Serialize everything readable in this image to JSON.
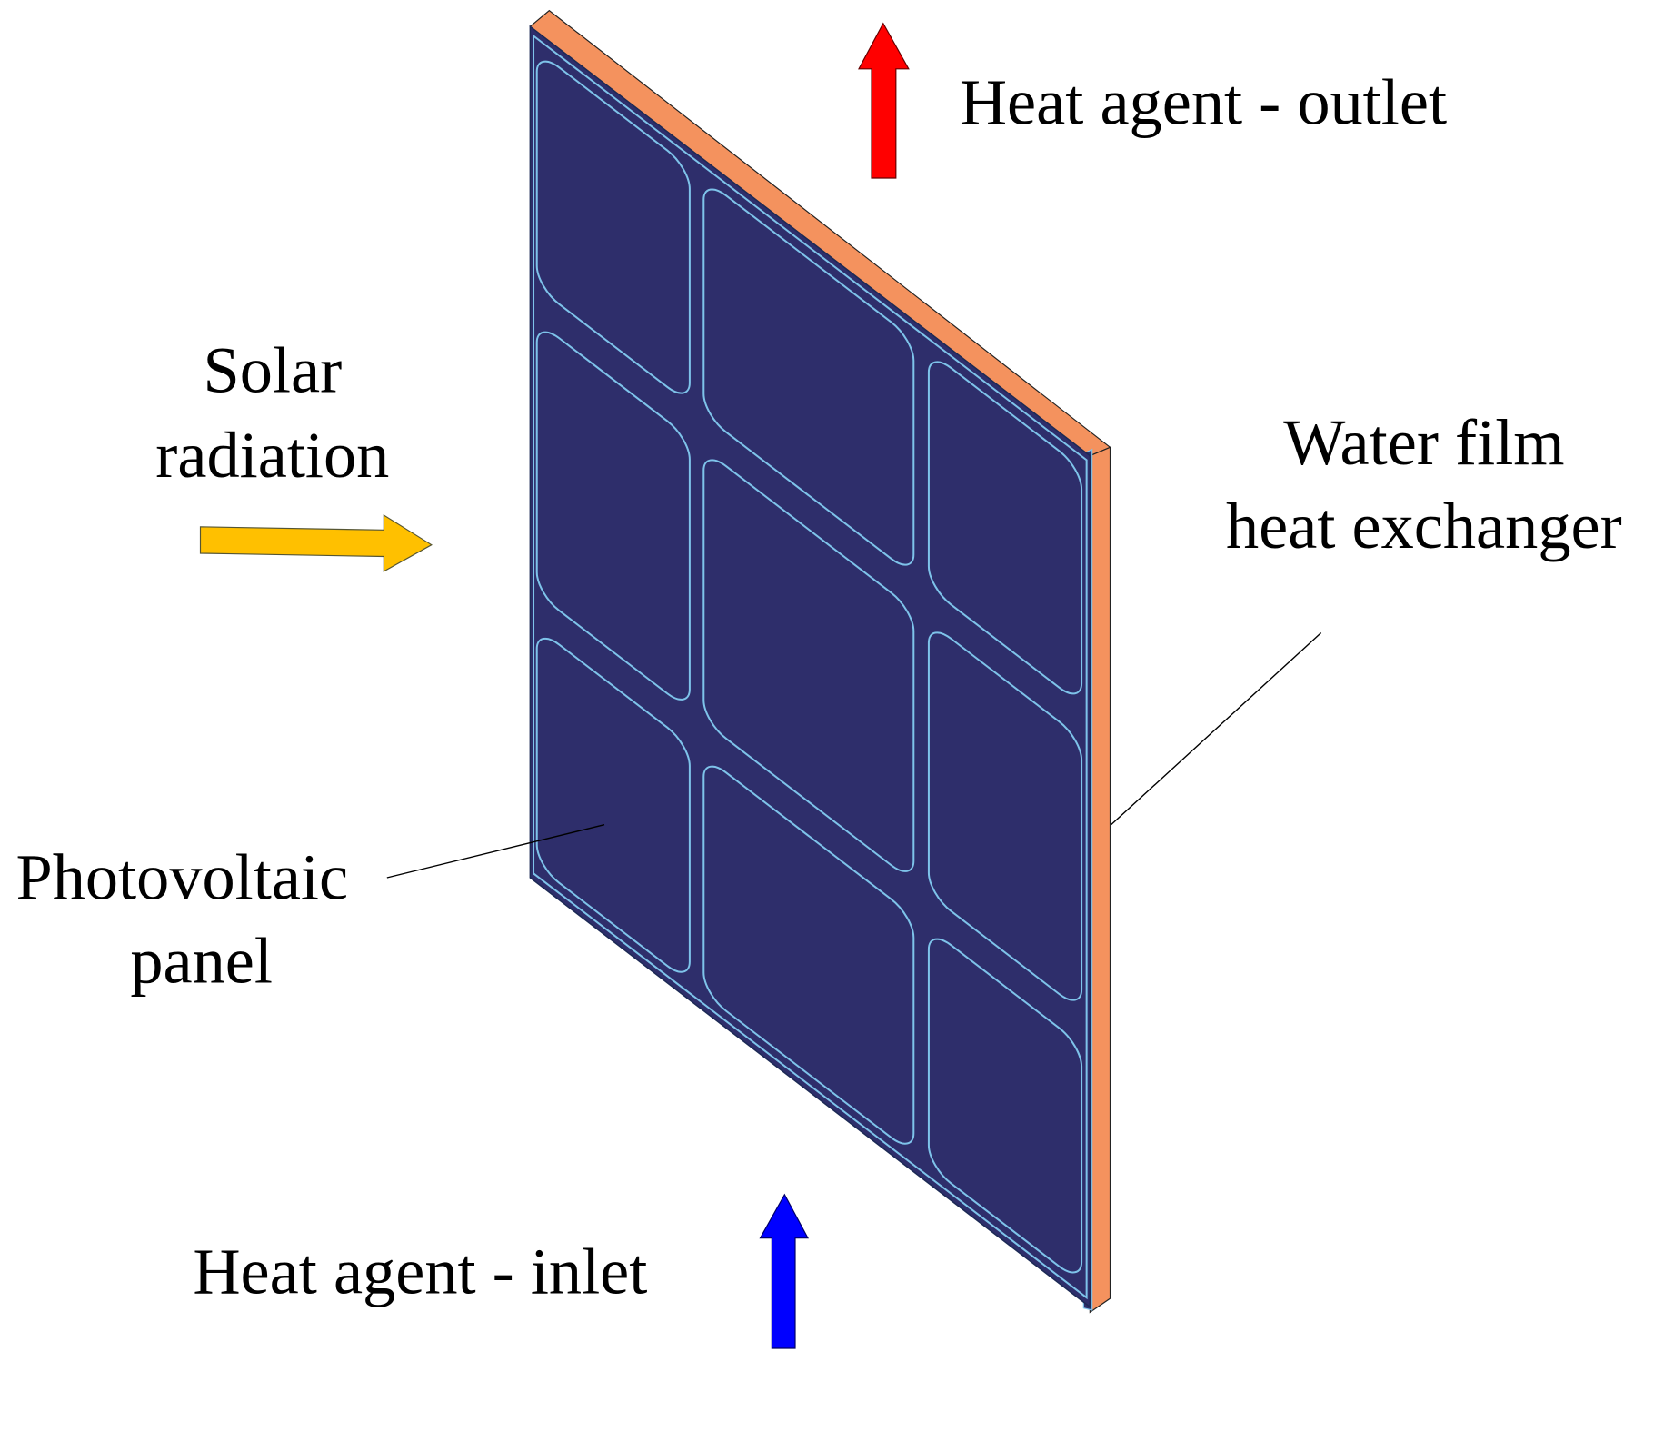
{
  "labels": {
    "outlet": "Heat agent - outlet",
    "inlet": "Heat agent - inlet",
    "solar_line1": "Solar",
    "solar_line2": "radiation",
    "water_line1": "Water film",
    "water_line2": "heat exchanger",
    "pv_line1": "Photovoltaic",
    "pv_line2": "panel"
  },
  "colors": {
    "panel": "#2e2e6b",
    "cell_outline": "#7ec3ea",
    "exchanger": "#f4925e",
    "outlet_arrow": "#ff0000",
    "inlet_arrow": "#0000ff",
    "solar_arrow": "#ffc000"
  },
  "icons": [
    "outlet-arrow-icon",
    "inlet-arrow-icon",
    "solar-arrow-icon"
  ]
}
